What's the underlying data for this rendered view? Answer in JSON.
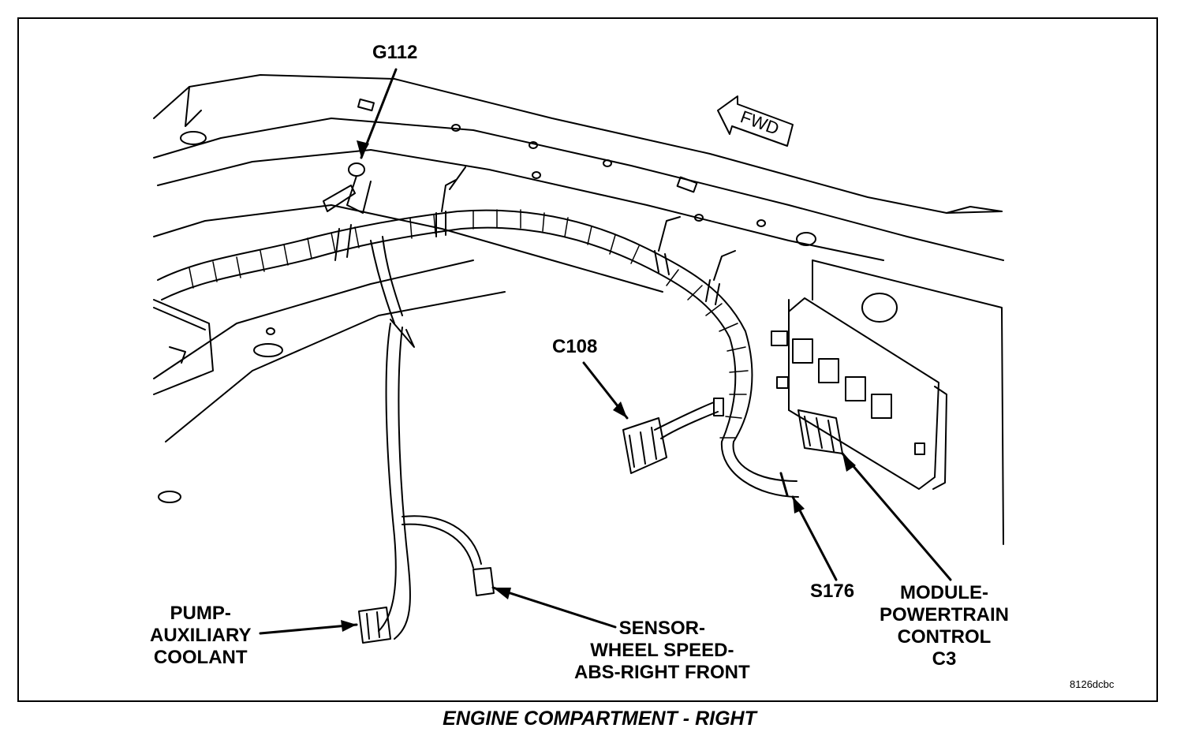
{
  "figure": {
    "caption": "ENGINE COMPARTMENT - RIGHT",
    "image_code": "8126dcbc",
    "direction_arrow_label": "FWD"
  },
  "labels": {
    "g112": "G112",
    "c108": "C108",
    "s176": "S176",
    "pump": [
      "PUMP-",
      "AUXILIARY",
      "COOLANT"
    ],
    "sensor": [
      "SENSOR-",
      "WHEEL SPEED-",
      "ABS-RIGHT FRONT"
    ],
    "module": [
      "MODULE-",
      "POWERTRAIN",
      "CONTROL",
      "C3"
    ]
  },
  "colors": {
    "line": "#000000",
    "background": "#ffffff"
  }
}
